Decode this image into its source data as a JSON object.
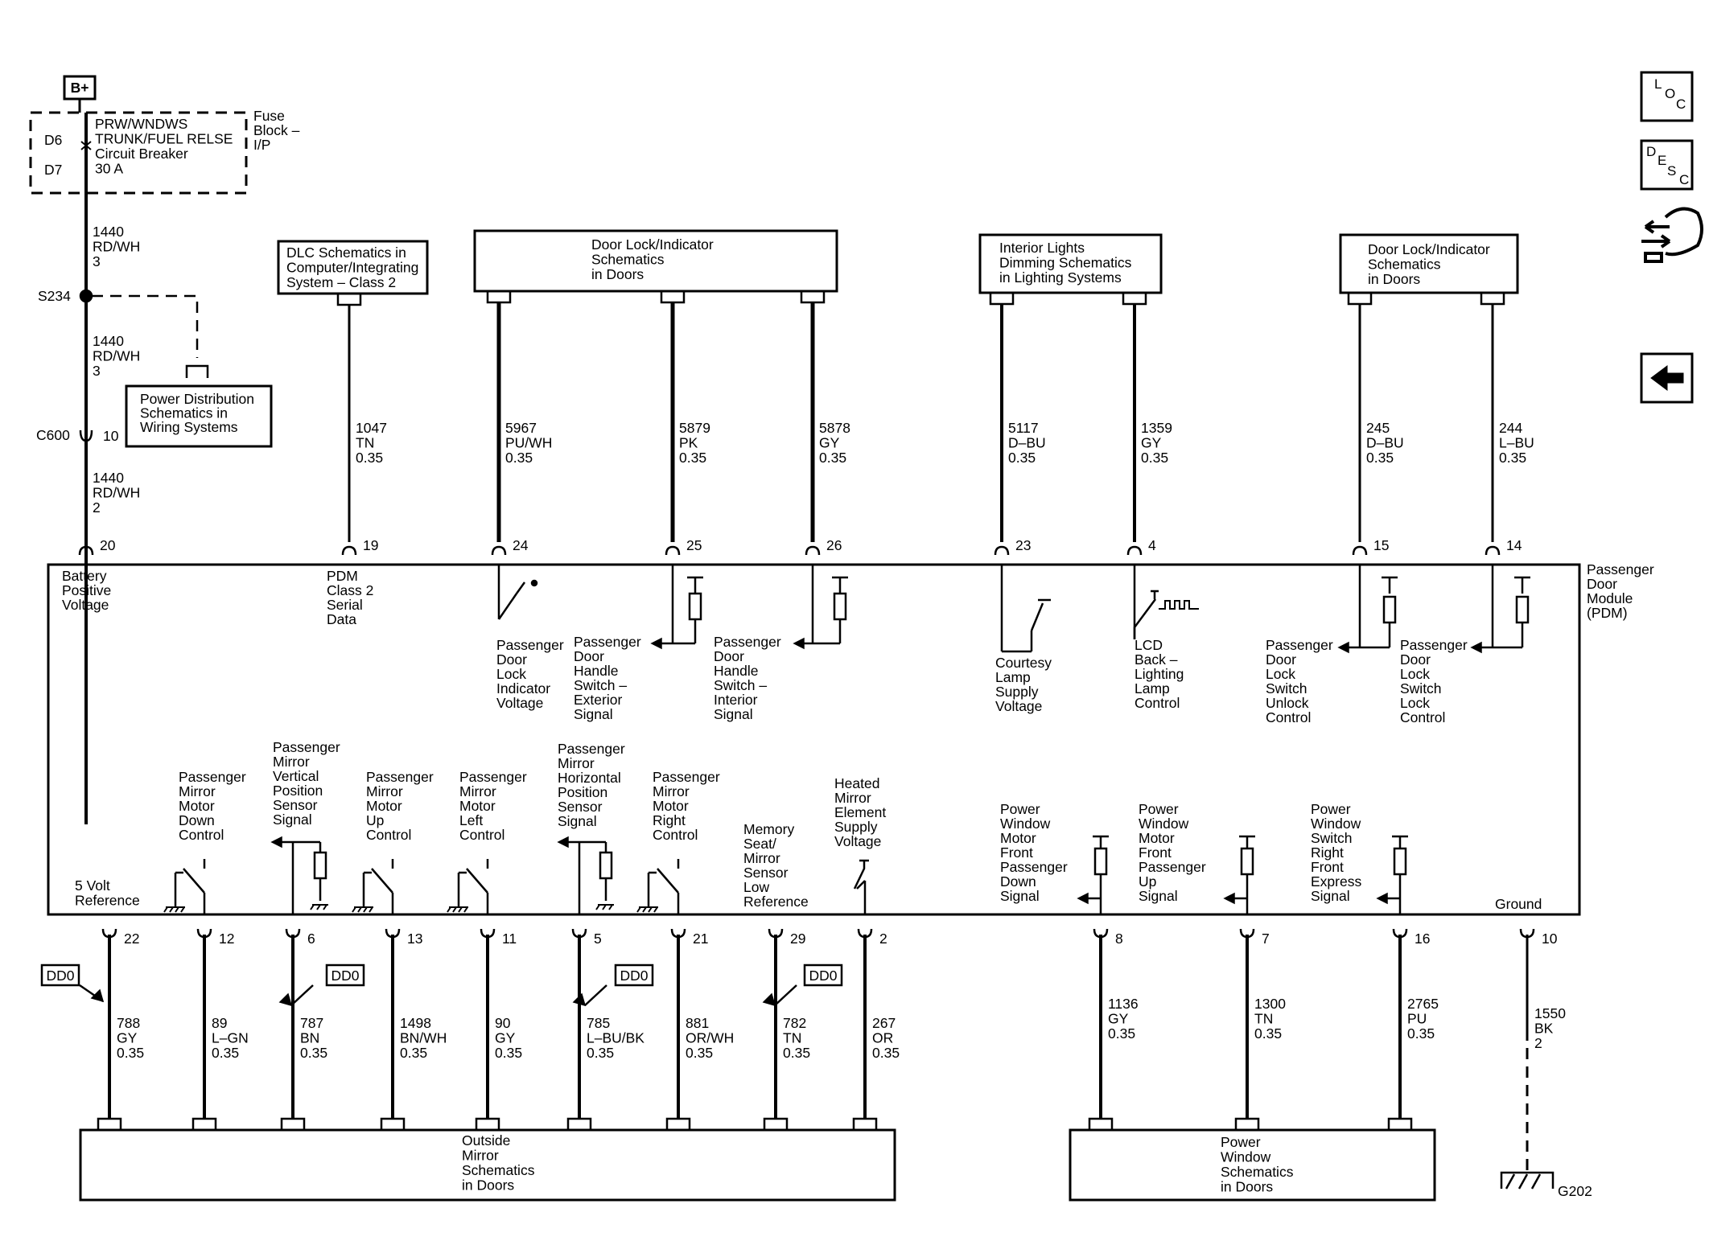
{
  "supply": {
    "bplus": "B+",
    "fuse_lines": [
      "PRW/WNDWS",
      "TRUNK/FUEL RELSE",
      "Circuit Breaker",
      "30 A"
    ],
    "fuse_block": [
      "Fuse",
      "Block –",
      "I/P"
    ],
    "d6": "D6",
    "d7": "D7",
    "wire_a": [
      "1440",
      "RD/WH",
      "3"
    ],
    "splice": "S234",
    "wire_b": [
      "1440",
      "RD/WH",
      "3"
    ],
    "connector": "C600",
    "connector_pin": "10",
    "wire_c": [
      "1440",
      "RD/WH",
      "2"
    ]
  },
  "top_boxes": {
    "power_dist": [
      "Power Distribution",
      "Schematics in",
      "Wiring Systems"
    ],
    "dlc": [
      "DLC Schematics in",
      "Computer/Integrating",
      "System – Class 2"
    ],
    "door_lock_1": [
      "Door Lock/Indicator",
      "Schematics",
      "in Doors"
    ],
    "interior": [
      "Interior Lights",
      "Dimming Schematics",
      "in Lighting Systems"
    ],
    "door_lock_2": [
      "Door Lock/Indicator",
      "Schematics",
      "in Doors"
    ]
  },
  "top_wires": {
    "w19": [
      "1047",
      "TN",
      "0.35"
    ],
    "w24": [
      "5967",
      "PU/WH",
      "0.35"
    ],
    "w25": [
      "5879",
      "PK",
      "0.35"
    ],
    "w26": [
      "5878",
      "GY",
      "0.35"
    ],
    "w23": [
      "5117",
      "D–BU",
      "0.35"
    ],
    "w4": [
      "1359",
      "GY",
      "0.35"
    ],
    "w15": [
      "245",
      "D–BU",
      "0.35"
    ],
    "w14": [
      "244",
      "L–BU",
      "0.35"
    ]
  },
  "top_pins": {
    "p20": "20",
    "p19": "19",
    "p24": "24",
    "p25": "25",
    "p26": "26",
    "p23": "23",
    "p4": "4",
    "p15": "15",
    "p14": "14"
  },
  "module": {
    "name": [
      "Passenger",
      "Door",
      "Module",
      "(PDM)"
    ],
    "battery": [
      "Battery",
      "Positive",
      "Voltage"
    ],
    "pdm_serial": [
      "PDM",
      "Class 2",
      "Serial",
      "Data"
    ],
    "lock_ind": [
      "Passenger",
      "Door",
      "Lock",
      "Indicator",
      "Voltage"
    ],
    "handle_ext": [
      "Passenger",
      "Door",
      "Handle",
      "Switch –",
      "Exterior",
      "Signal"
    ],
    "handle_int": [
      "Passenger",
      "Door",
      "Handle",
      "Switch –",
      "Interior",
      "Signal"
    ],
    "courtesy": [
      "Courtesy",
      "Lamp",
      "Supply",
      "Voltage"
    ],
    "lcd": [
      "LCD",
      "Back –",
      "Lighting",
      "Lamp",
      "Control"
    ],
    "unlock": [
      "Passenger",
      "Door",
      "Lock",
      "Switch",
      "Unlock",
      "Control"
    ],
    "lock": [
      "Passenger",
      "Door",
      "Lock",
      "Switch",
      "Lock",
      "Control"
    ],
    "five_volt": [
      "5 Volt",
      "Reference"
    ],
    "mirror_down": [
      "Passenger",
      "Mirror",
      "Motor",
      "Down",
      "Control"
    ],
    "mirror_vert": [
      "Passenger",
      "Mirror",
      "Vertical",
      "Position",
      "Sensor",
      "Signal"
    ],
    "mirror_up": [
      "Passenger",
      "Mirror",
      "Motor",
      "Up",
      "Control"
    ],
    "mirror_left": [
      "Passenger",
      "Mirror",
      "Motor",
      "Left",
      "Control"
    ],
    "mirror_horiz": [
      "Passenger",
      "Mirror",
      "Horizontal",
      "Position",
      "Sensor",
      "Signal"
    ],
    "mirror_right": [
      "Passenger",
      "Mirror",
      "Motor",
      "Right",
      "Control"
    ],
    "memory": [
      "Memory",
      "Seat/",
      "Mirror",
      "Sensor",
      "Low",
      "Reference"
    ],
    "heated": [
      "Heated",
      "Mirror",
      "Element",
      "Supply",
      "Voltage"
    ],
    "pw_down": [
      "Power",
      "Window",
      "Motor",
      "Front",
      "Passenger",
      "Down",
      "Signal"
    ],
    "pw_up": [
      "Power",
      "Window",
      "Motor",
      "Front",
      "Passenger",
      "Up",
      "Signal"
    ],
    "pw_express": [
      "Power",
      "Window",
      "Switch",
      "Right",
      "Front",
      "Express",
      "Signal"
    ],
    "ground": "Ground"
  },
  "bottom_pins": {
    "p22": "22",
    "p12": "12",
    "p6": "6",
    "p13": "13",
    "p11": "11",
    "p5": "5",
    "p21": "21",
    "p29": "29",
    "p2": "2",
    "p8": "8",
    "p7": "7",
    "p16": "16",
    "p10": "10"
  },
  "bottom_wires": {
    "w22": [
      "788",
      "GY",
      "0.35"
    ],
    "w12": [
      "89",
      "L–GN",
      "0.35"
    ],
    "w6": [
      "787",
      "BN",
      "0.35"
    ],
    "w13": [
      "1498",
      "BN/WH",
      "0.35"
    ],
    "w11": [
      "90",
      "GY",
      "0.35"
    ],
    "w5": [
      "785",
      "L–BU/BK",
      "0.35"
    ],
    "w21": [
      "881",
      "OR/WH",
      "0.35"
    ],
    "w29": [
      "782",
      "TN",
      "0.35"
    ],
    "w2": [
      "267",
      "OR",
      "0.35"
    ],
    "w8": [
      "1136",
      "GY",
      "0.35"
    ],
    "w7": [
      "1300",
      "TN",
      "0.35"
    ],
    "w16": [
      "2765",
      "PU",
      "0.35"
    ],
    "w10": [
      "1550",
      "BK",
      "2"
    ]
  },
  "dd0": "DD0",
  "bottom_boxes": {
    "outside_mirror": [
      "Outside",
      "Mirror",
      "Schematics",
      "in Doors"
    ],
    "power_window": [
      "Power",
      "Window",
      "Schematics",
      "in Doors"
    ]
  },
  "ground_label": "G202",
  "nav": {
    "loc": [
      "L",
      "O",
      "C"
    ],
    "desc": [
      "D",
      "E",
      "S",
      "C"
    ]
  }
}
